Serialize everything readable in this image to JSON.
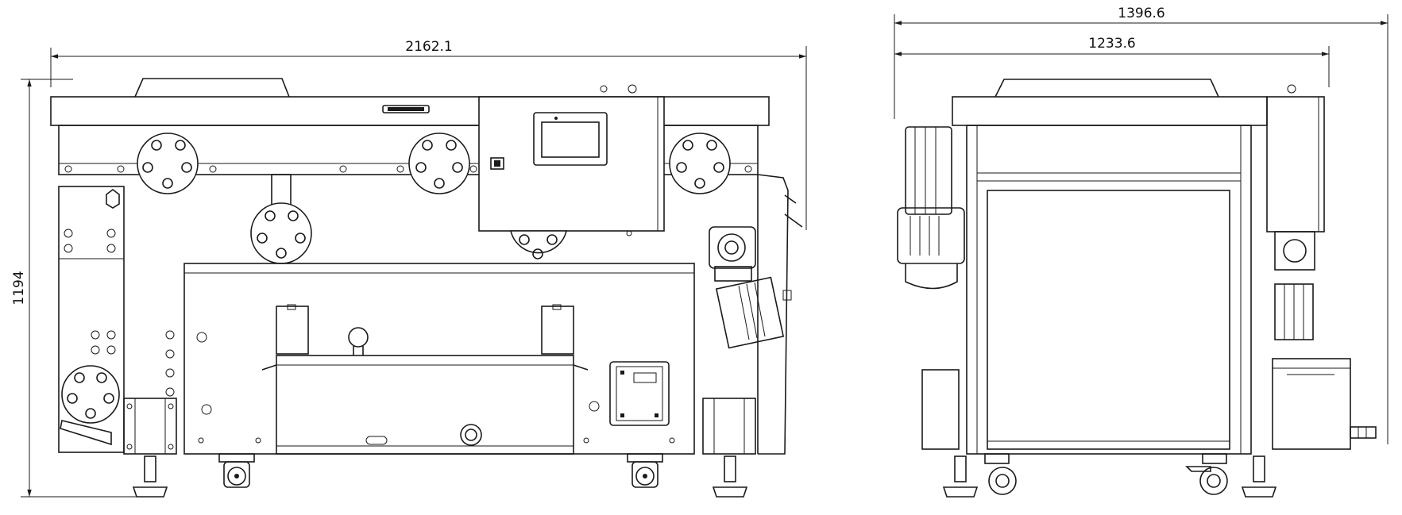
{
  "views": {
    "front": {
      "dimensions": {
        "overall_width": "2162.1",
        "overall_height": "1194"
      }
    },
    "side": {
      "dimensions": {
        "outer_width": "1396.6",
        "inner_width": "1233.6"
      }
    }
  },
  "colors": {
    "line": "#1a1a1a",
    "background": "#ffffff"
  }
}
